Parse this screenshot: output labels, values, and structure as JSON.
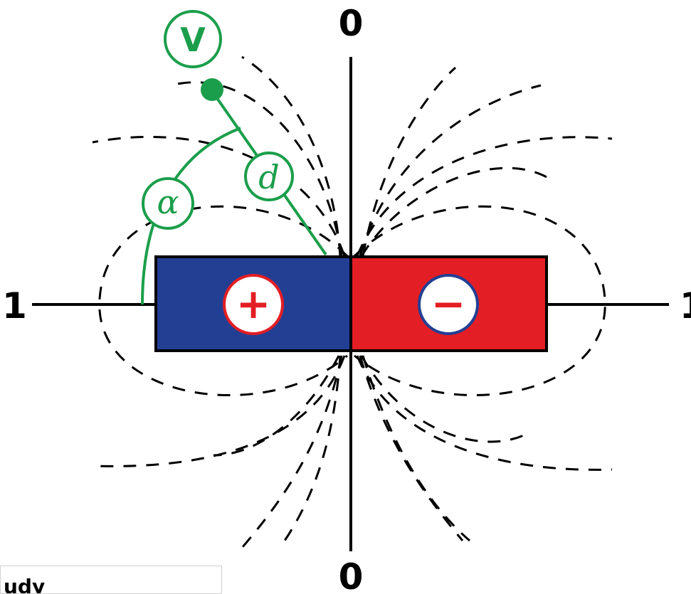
{
  "labels": {
    "top_axis": "0",
    "bottom_axis": "0",
    "left_axis": "1",
    "right_axis": "1",
    "voltmeter": "V",
    "angle": "α",
    "distance": "d",
    "positive_sign": "+",
    "negative_sign": "−"
  },
  "caption": {
    "text": "udy"
  },
  "colors": {
    "positive_pole": "#233f94",
    "negative_pole": "#e31e24",
    "probe": "#1b9e4b",
    "field_lines": "#000000",
    "sign": "#e31e24"
  }
}
